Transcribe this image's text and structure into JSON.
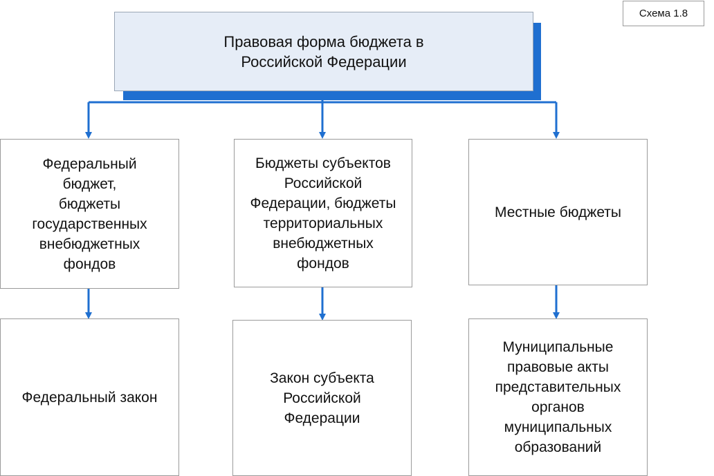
{
  "scheme_label": "Схема 1.8",
  "root": {
    "text": "Правовая форма бюджета в\nРоссийской Федерации"
  },
  "columns": [
    {
      "budget": "Федеральный\nбюджет,\nбюджеты\nгосударственных\nвнебюджетных\nфондов",
      "law": "Федеральный закон"
    },
    {
      "budget": "Бюджеты субъектов\nРоссийской\nФедерации, бюджеты\nтерриториальных\nвнебюджетных\nфондов",
      "law": "Закон субъекта\nРоссийской\nФедерации"
    },
    {
      "budget": "Местные бюджеты",
      "law": "Муниципальные\nправовые акты\nпредставительных\nорганов\nмуниципальных\nобразований"
    }
  ],
  "colors": {
    "accent": "#1f6fd0",
    "title_fill": "#e6edf7",
    "border": "#9a9a9a"
  }
}
